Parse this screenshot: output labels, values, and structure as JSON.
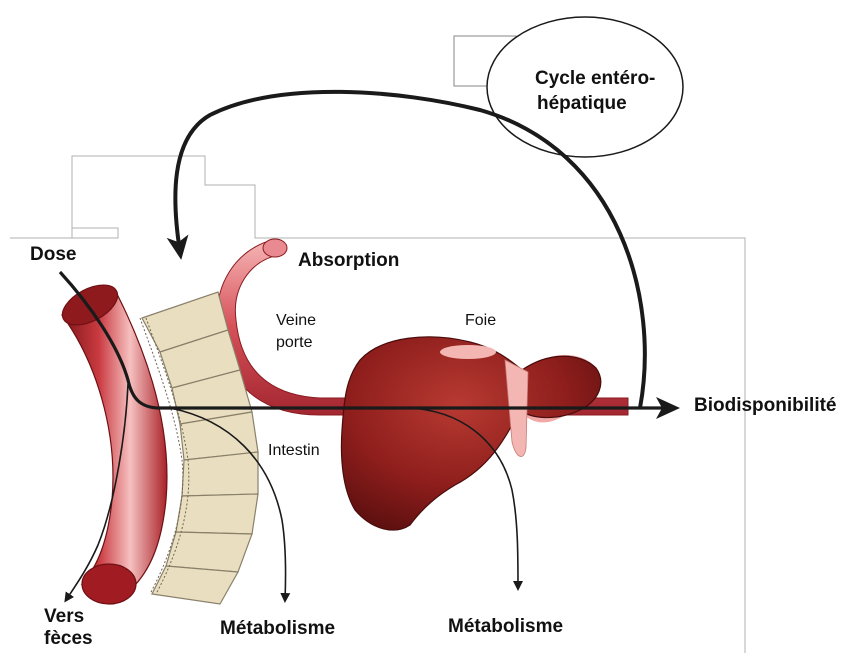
{
  "labels": {
    "dose": "Dose",
    "absorption": "Absorption",
    "veine_line1": "Veine",
    "veine_line2": "porte",
    "foie": "Foie",
    "intestin": "Intestin",
    "cycle_line1": "Cycle entéro-",
    "cycle_line2": "hépatique",
    "biodisponibilite": "Biodisponibilité",
    "vers_line1": "Vers",
    "vers_line2": "fèces",
    "metabolisme_intestin": "Métabolisme",
    "metabolisme_foie": "Métabolisme"
  },
  "colors": {
    "vessel": "#b22a32",
    "vessel_light": "#f2a8a8",
    "liver": "#8e1e1c",
    "intestine_fill": "#e9dfc0",
    "arrow": "#1a1a1a",
    "frame": "#b0b0b0"
  }
}
